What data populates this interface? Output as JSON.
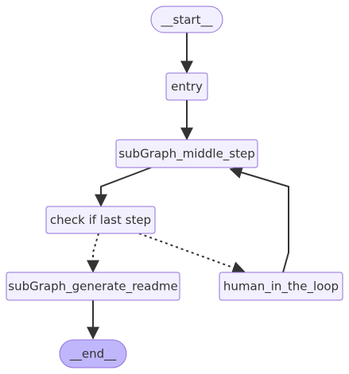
{
  "nodes": [
    {
      "id": "start",
      "label": "__start__",
      "kind": "terminal"
    },
    {
      "id": "entry",
      "label": "entry",
      "kind": "step"
    },
    {
      "id": "middle",
      "label": "subGraph_middle_step",
      "kind": "step"
    },
    {
      "id": "check",
      "label": "check if last step",
      "kind": "step"
    },
    {
      "id": "generate",
      "label": "subGraph_generate_readme",
      "kind": "step"
    },
    {
      "id": "human",
      "label": "human_in_the_loop",
      "kind": "step"
    },
    {
      "id": "end",
      "label": "__end__",
      "kind": "end"
    }
  ],
  "edges": [
    {
      "from": "start",
      "to": "entry",
      "style": "solid"
    },
    {
      "from": "entry",
      "to": "middle",
      "style": "solid"
    },
    {
      "from": "middle",
      "to": "check",
      "style": "solid"
    },
    {
      "from": "check",
      "to": "generate",
      "style": "dotted"
    },
    {
      "from": "check",
      "to": "human",
      "style": "dotted"
    },
    {
      "from": "human",
      "to": "middle",
      "style": "solid"
    },
    {
      "from": "generate",
      "to": "end",
      "style": "solid"
    }
  ],
  "colors": {
    "node_fill": "#f2f0ff",
    "node_stroke": "#9370db",
    "end_fill": "#bfb6fc",
    "edge": "#333333",
    "text": "#333333"
  }
}
